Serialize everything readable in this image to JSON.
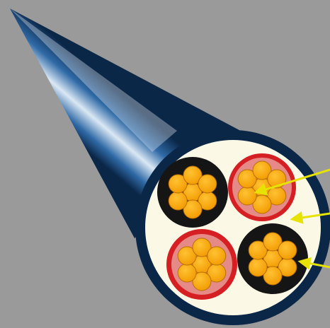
{
  "title": "",
  "colors": {
    "background": "#9a9a9a",
    "jacket_dark": "#0b2748",
    "jacket_light": "#dbe8f4",
    "filler": "#fbf8e6",
    "insulation_black": "#151515",
    "insulation_red": "#d61f23",
    "conductor": "#f6a200",
    "conductor_edge": "#b86f00",
    "pointer": "#e8e200"
  },
  "cores": [
    {
      "id": "core-top-left",
      "insulation": "black"
    },
    {
      "id": "core-top-right",
      "insulation": "red"
    },
    {
      "id": "core-bottom-left",
      "insulation": "red"
    },
    {
      "id": "core-bottom-right",
      "insulation": "black"
    }
  ],
  "pointers": [
    {
      "target": "conductor-strands"
    },
    {
      "target": "filler"
    },
    {
      "target": "insulation"
    }
  ]
}
